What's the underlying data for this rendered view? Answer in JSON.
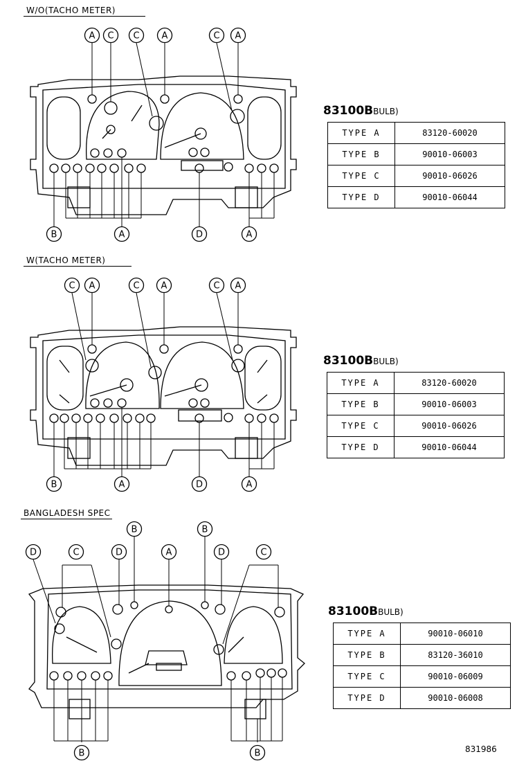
{
  "sections": [
    {
      "title": "W/O(TACHO METER)",
      "part_number": "83100B",
      "part_suffix": "BULB)",
      "bulbs": [
        {
          "type": "TYPE  A",
          "number": "83120-60020"
        },
        {
          "type": "TYPE  B",
          "number": "90010-06003"
        },
        {
          "type": "TYPE  C",
          "number": "90010-06026"
        },
        {
          "type": "TYPE  D",
          "number": "90010-06044"
        }
      ],
      "callouts_top": [
        "A",
        "C",
        "C",
        "A",
        "C",
        "A"
      ],
      "callouts_bottom": [
        "B",
        "A",
        "D",
        "A"
      ]
    },
    {
      "title": "W(TACHO METER)",
      "part_number": "83100B",
      "part_suffix": "BULB)",
      "bulbs": [
        {
          "type": "TYPE  A",
          "number": "83120-60020"
        },
        {
          "type": "TYPE  B",
          "number": "90010-06003"
        },
        {
          "type": "TYPE  C",
          "number": "90010-06026"
        },
        {
          "type": "TYPE  D",
          "number": "90010-06044"
        }
      ],
      "callouts_top": [
        "C",
        "A",
        "C",
        "A",
        "C",
        "A"
      ],
      "callouts_bottom": [
        "B",
        "A",
        "D",
        "A"
      ]
    },
    {
      "title": "BANGLADESH SPEC",
      "part_number": "83100B",
      "part_suffix": "BULB)",
      "bulbs": [
        {
          "type": "TYPE  A",
          "number": "90010-06010"
        },
        {
          "type": "TYPE  B",
          "number": "83120-36010"
        },
        {
          "type": "TYPE  C",
          "number": "90010-06009"
        },
        {
          "type": "TYPE  D",
          "number": "90010-06008"
        }
      ],
      "callouts_top": [
        "D",
        "C",
        "D",
        "B",
        "A",
        "B",
        "D",
        "C"
      ],
      "callouts_bottom": [
        "B",
        "B"
      ]
    }
  ],
  "diagram_id": "831986"
}
